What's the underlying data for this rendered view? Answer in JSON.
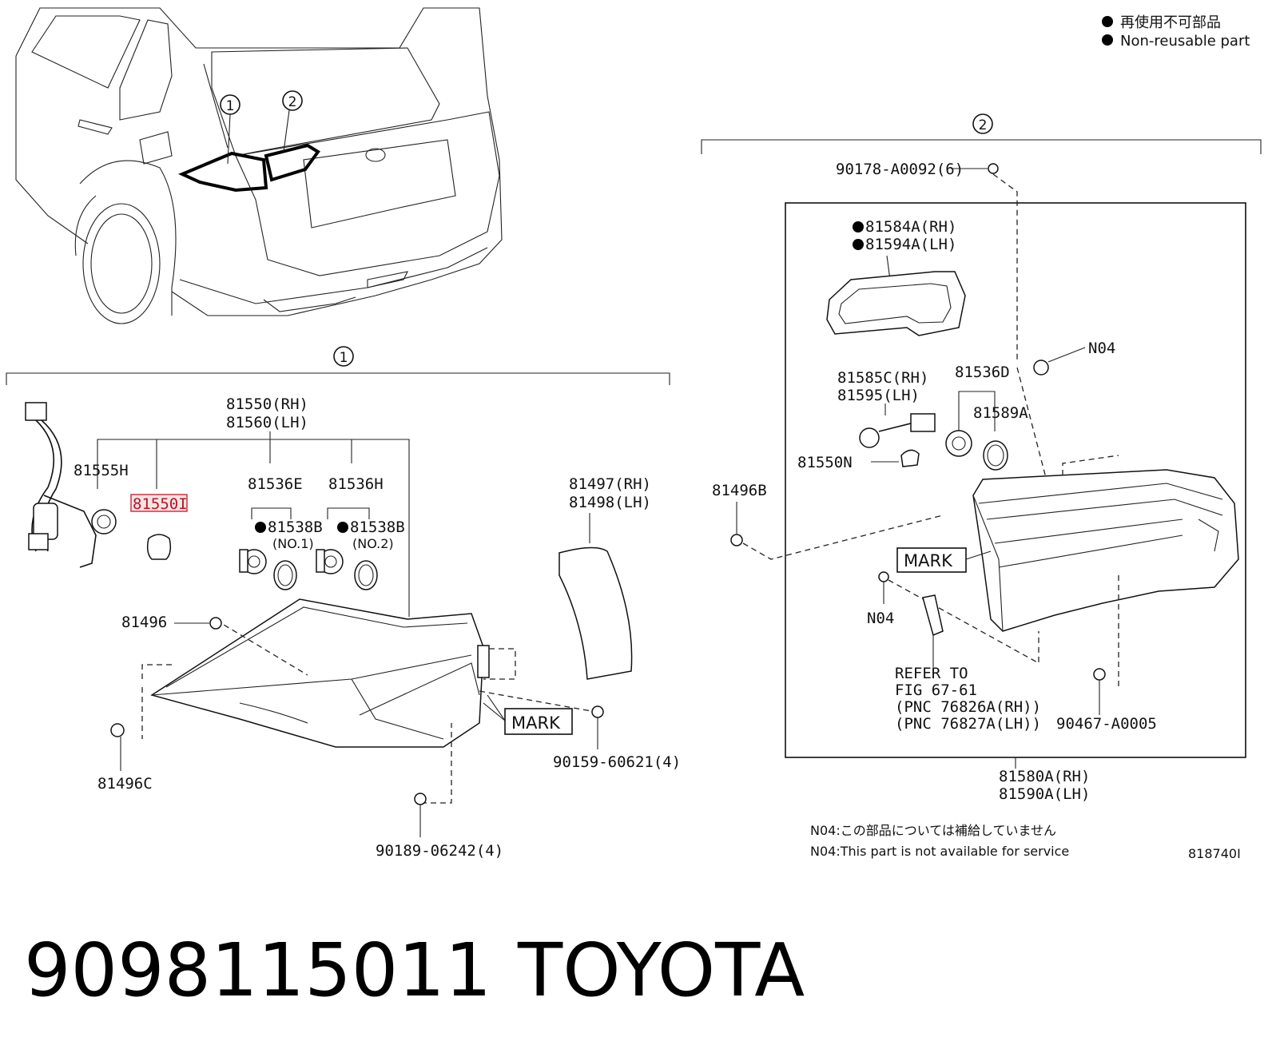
{
  "legend": {
    "jp": "再使用不可部品",
    "en": "Non-reusable part"
  },
  "callouts": {
    "one": "1",
    "two": "2"
  },
  "left_group": {
    "assembly_rh": "81550(RH)",
    "assembly_lh": "81560(LH)",
    "socket_wire": "81555H",
    "bulb_highlighted": "81550I",
    "socket_e": "81536E",
    "socket_h": "81536H",
    "gasket_1": "81538B",
    "gasket_1_note": "(NO.1)",
    "gasket_2": "81538B",
    "gasket_2_note": "(NO.2)",
    "lens_rh": "81497(RH)",
    "lens_lh": "81498(LH)",
    "nut_81496": "81496",
    "nut_81496c": "81496C",
    "mark": "MARK",
    "screw_90159": "90159-60621(4)",
    "screw_90189": "90189-06242(4)"
  },
  "right_group": {
    "screw_90178": "90178-A0092(6)",
    "gasket_rh": "81584A(RH)",
    "gasket_lh": "81594A(LH)",
    "n04_a": "N04",
    "socket_rh": "81585C(RH)",
    "socket_lh": "81595(LH)",
    "socket_d": "81536D",
    "ring_a": "81589A",
    "bulb_n": "81550N",
    "nut_81496b": "81496B",
    "mark": "MARK",
    "n04_b": "N04",
    "refer_1": "REFER TO",
    "refer_2": "FIG 67-61",
    "refer_3": "(PNC 76826A(RH))",
    "refer_4": "(PNC 76827A(LH))",
    "nut_90467": "90467-A0005",
    "assembly_rh": "81580A(RH)",
    "assembly_lh": "81590A(LH)"
  },
  "notes": {
    "n04_jp": "N04:この部品については補給していません",
    "n04_en": "N04:This part is not available for service",
    "figure_id": "818740I"
  },
  "caption": {
    "part_number": "9098115011",
    "brand": "TOYOTA"
  }
}
